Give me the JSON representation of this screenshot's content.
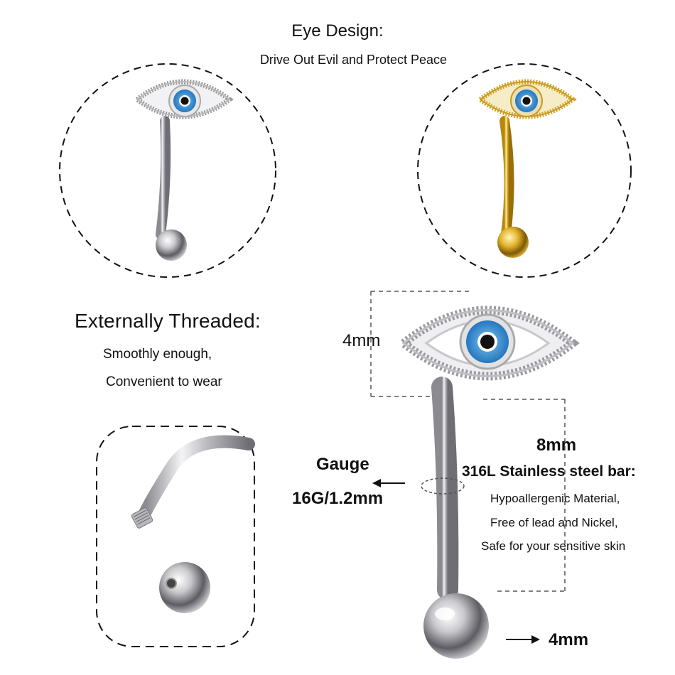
{
  "header": {
    "title": "Eye Design:",
    "subtitle": "Drive Out Evil and Protect Peace"
  },
  "thread": {
    "title": "Externally Threaded:",
    "line1": "Smoothly enough,",
    "line2": "Convenient to wear"
  },
  "dimensions": {
    "top_height": "4mm",
    "bar_length": "8mm",
    "ball": "4mm"
  },
  "material": {
    "title": "316L Stainless steel bar:",
    "features": [
      "Hypoallergenic Material,",
      "Free of lead and Nickel,",
      "Safe for your sensitive skin"
    ]
  },
  "gauge": {
    "title": "Gauge",
    "value": "16G/1.2mm"
  },
  "colors": {
    "silver": "#c8c8cc",
    "gold": "#e2b32a",
    "eye_blue": "#3a8fd0",
    "dash": "#111111"
  }
}
